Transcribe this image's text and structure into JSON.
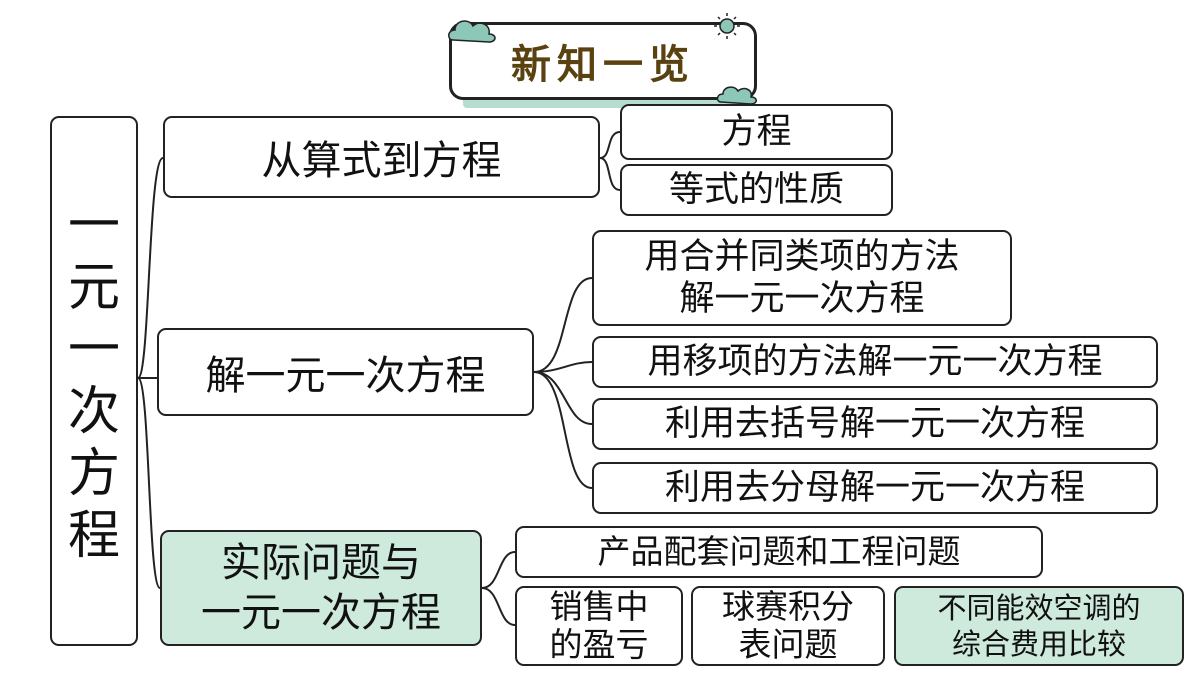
{
  "header": {
    "title": "新知一览"
  },
  "root": {
    "chars": [
      "一",
      "元",
      "一",
      "次",
      "方",
      "程"
    ]
  },
  "branches": [
    {
      "label": "从算式到方程",
      "children": [
        "方程",
        "等式的性质"
      ]
    },
    {
      "label": "解一元一次方程",
      "children": [
        [
          "用合并同类项的方法",
          "解一元一次方程"
        ],
        "用移项的方法解一元一次方程",
        "利用去括号解一元一次方程",
        "利用去分母解一元一次方程"
      ]
    },
    {
      "label": [
        "实际问题与",
        "一元一次方程"
      ],
      "children": {
        "top": "产品配套问题和工程问题",
        "bottom": [
          [
            "销售中",
            "的盈亏"
          ],
          [
            "球赛积分",
            "表问题"
          ],
          [
            "不同能效空调的",
            "综合费用比较"
          ]
        ]
      }
    }
  ],
  "colors": {
    "highlight": "#cdeadd",
    "title_text": "#5a4210",
    "border": "#222222",
    "decor": "#8cc7b8"
  }
}
